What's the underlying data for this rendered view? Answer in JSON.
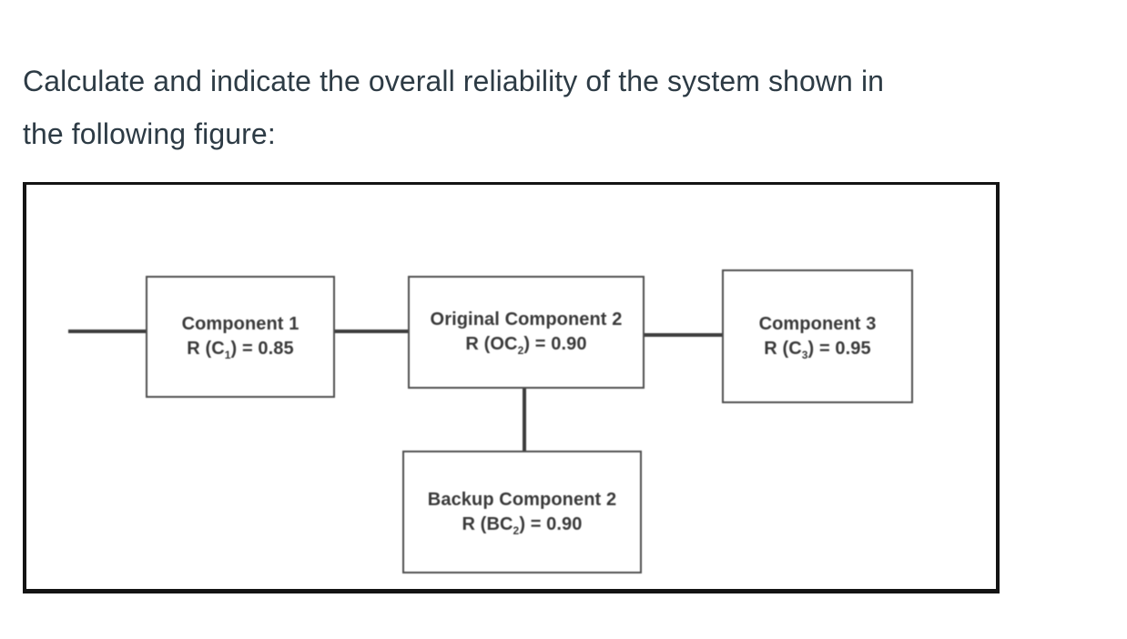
{
  "question": {
    "line1": "Calculate and indicate the overall reliability of the system shown in",
    "line2": "the following figure:"
  },
  "figure": {
    "boxes": [
      {
        "name": "Component 1",
        "r_prefix": "R (C",
        "r_sub": "1",
        "r_suffix": ") = 0.85"
      },
      {
        "name": "Original Component 2",
        "r_prefix": "R (OC",
        "r_sub": "2",
        "r_suffix": ") = 0.90"
      },
      {
        "name": "Component 3",
        "r_prefix": "R (C",
        "r_sub": "3",
        "r_suffix": ") = 0.95"
      },
      {
        "name": "Backup Component 2",
        "r_prefix": "R (BC",
        "r_sub": "2",
        "r_suffix": ") = 0.90"
      }
    ],
    "colors": {
      "question_text": "#2d3b45",
      "frame_border": "#141414",
      "box_border": "#4f4f4f",
      "box_text": "#3a3a3a",
      "connector": "#3d3d3d"
    }
  }
}
